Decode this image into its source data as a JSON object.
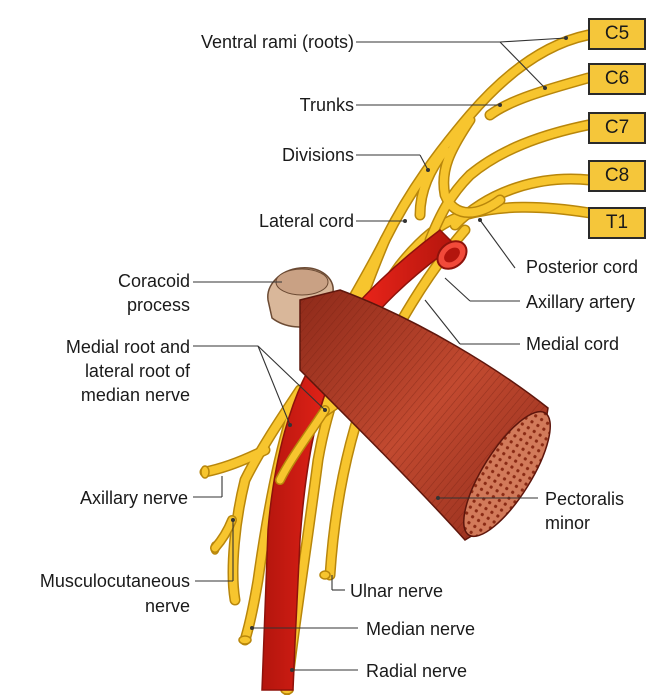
{
  "roots": [
    "C5",
    "C6",
    "C7",
    "C8",
    "T1"
  ],
  "labels": {
    "ventral_rami": "Ventral rami (roots)",
    "trunks": "Trunks",
    "divisions": "Divisions",
    "lateral_cord": "Lateral cord",
    "coracoid": "Coracoid",
    "process": "process",
    "medial_root_1": "Medial root and",
    "medial_root_2": "lateral root of",
    "medial_root_3": "median nerve",
    "axillary_nerve": "Axillary nerve",
    "musculocutaneous_1": "Musculocutaneous",
    "musculocutaneous_2": "nerve",
    "posterior_cord": "Posterior cord",
    "axillary_artery": "Axillary artery",
    "medial_cord": "Medial cord",
    "pectoralis_1": "Pectoralis",
    "pectoralis_2": "minor",
    "ulnar_nerve": "Ulnar nerve",
    "median_nerve": "Median nerve",
    "radial_nerve": "Radial nerve"
  },
  "colors": {
    "nerve": "#f7c52e",
    "nerve_outline": "#b8860b",
    "artery": "#e8231a",
    "artery_dark": "#a3120c",
    "muscle": "#b8402a",
    "muscle_dark": "#7a1f12",
    "bone": "#d9b79a",
    "root_box": "#f5c63a"
  }
}
